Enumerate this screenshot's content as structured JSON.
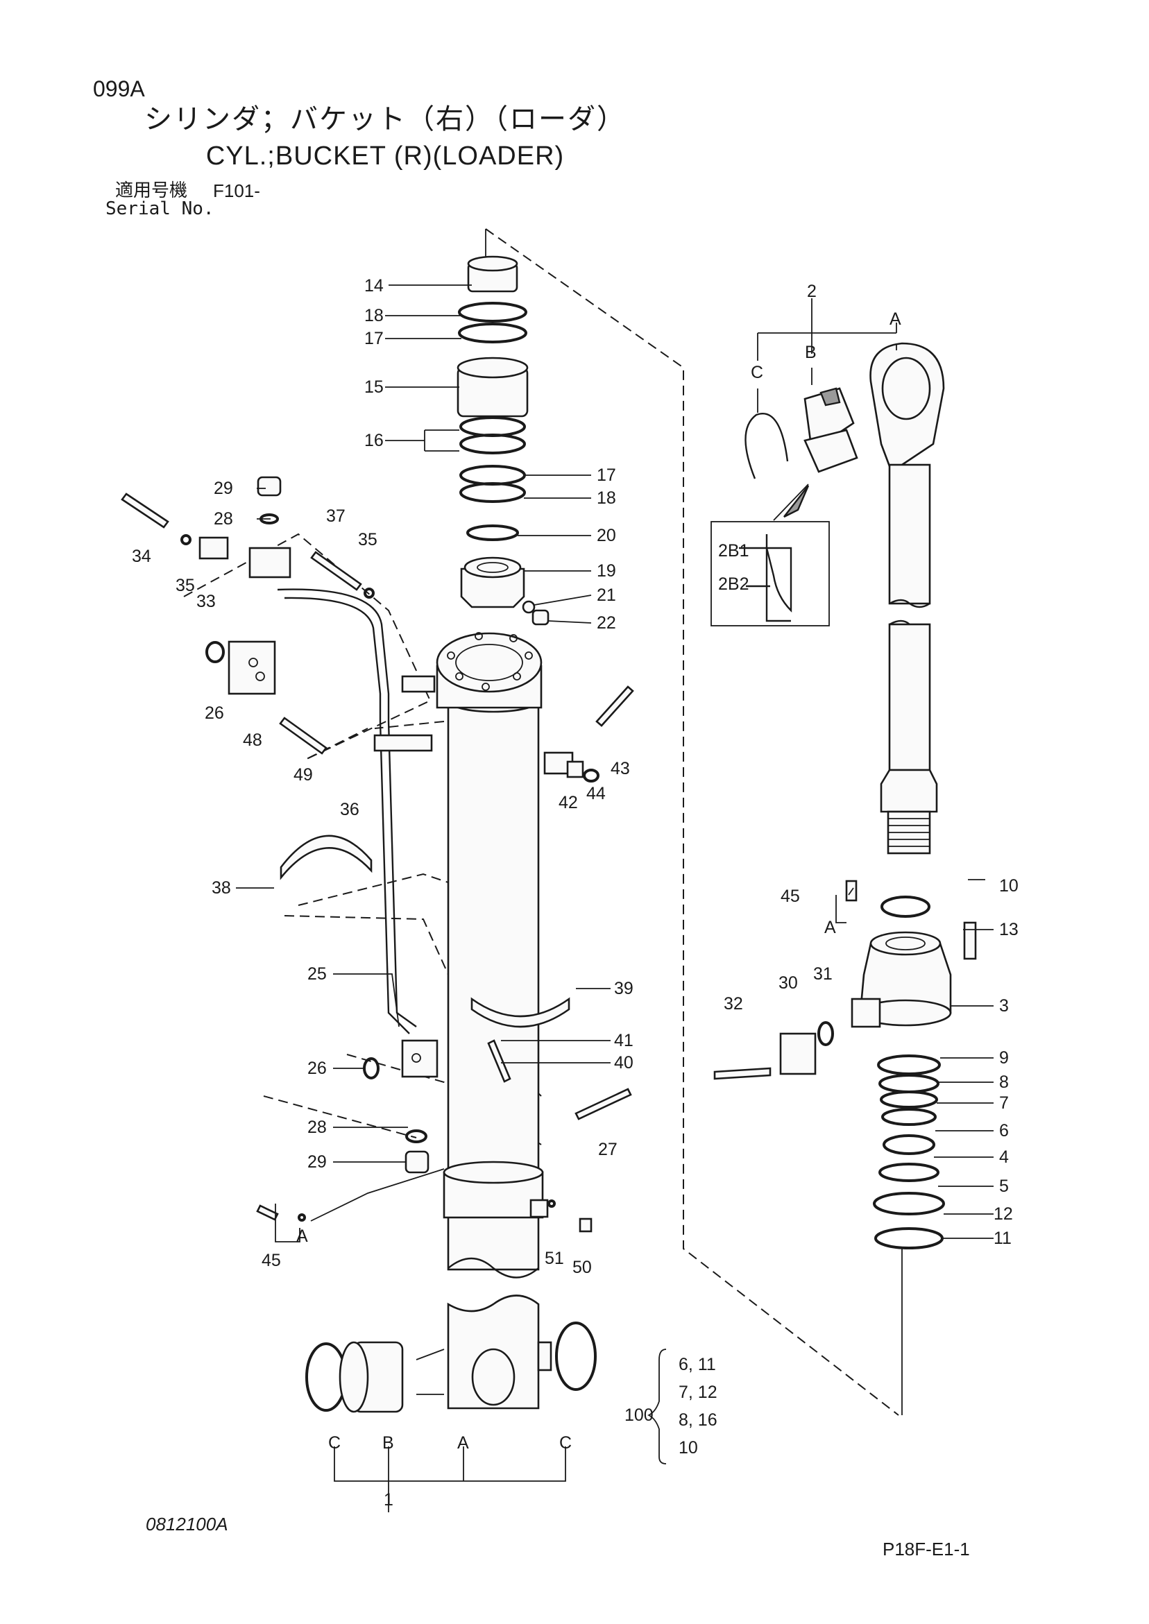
{
  "header": {
    "code": "099A",
    "title_jp": "シリンダ；バケット（右）（ローダ）",
    "title_en": "CYL.;BUCKET (R)(LOADER)",
    "serial_label_jp": "適用号機",
    "serial_value": "F101-",
    "serial_label_en": "Serial No."
  },
  "callouts": {
    "c1": "1",
    "c2": "2",
    "c3": "3",
    "c4": "4",
    "c5": "5",
    "c6": "6",
    "c7": "7",
    "c8": "8",
    "c9": "9",
    "c10": "10",
    "c11": "11",
    "c12": "12",
    "c13": "13",
    "c14": "14",
    "c15": "15",
    "c16": "16",
    "c17a": "17",
    "c17b": "17",
    "c18a": "18",
    "c18b": "18",
    "c19": "19",
    "c20": "20",
    "c21": "21",
    "c22": "22",
    "c25": "25",
    "c26a": "26",
    "c26b": "26",
    "c27": "27",
    "c28a": "28",
    "c28b": "28",
    "c29a": "29",
    "c29b": "29",
    "c30": "30",
    "c31": "31",
    "c32": "32",
    "c33": "33",
    "c34": "34",
    "c35a": "35",
    "c35b": "35",
    "c36": "36",
    "c37": "37",
    "c38": "38",
    "c39": "39",
    "c40": "40",
    "c41": "41",
    "c42": "42",
    "c43": "43",
    "c44": "44",
    "c45a": "45",
    "c45b": "45",
    "c48": "48",
    "c49": "49",
    "c50": "50",
    "c51": "51",
    "sub_a_rod": "A",
    "sub_b_rod": "B",
    "sub_c_rod": "C",
    "sub_a_head": "A",
    "sub_a_tube": "A",
    "sub_c_left": "C",
    "sub_b_bush": "B",
    "sub_a_bottom": "A",
    "sub_c_right": "C",
    "detail_2b1": "2B1",
    "detail_2b2": "2B2"
  },
  "kit": {
    "number": "100",
    "items": [
      "6, 11",
      "7, 12",
      "8, 16",
      "10"
    ]
  },
  "footer": {
    "drawing_no": "0812100A",
    "page_ref": "P18F-E1-1"
  }
}
